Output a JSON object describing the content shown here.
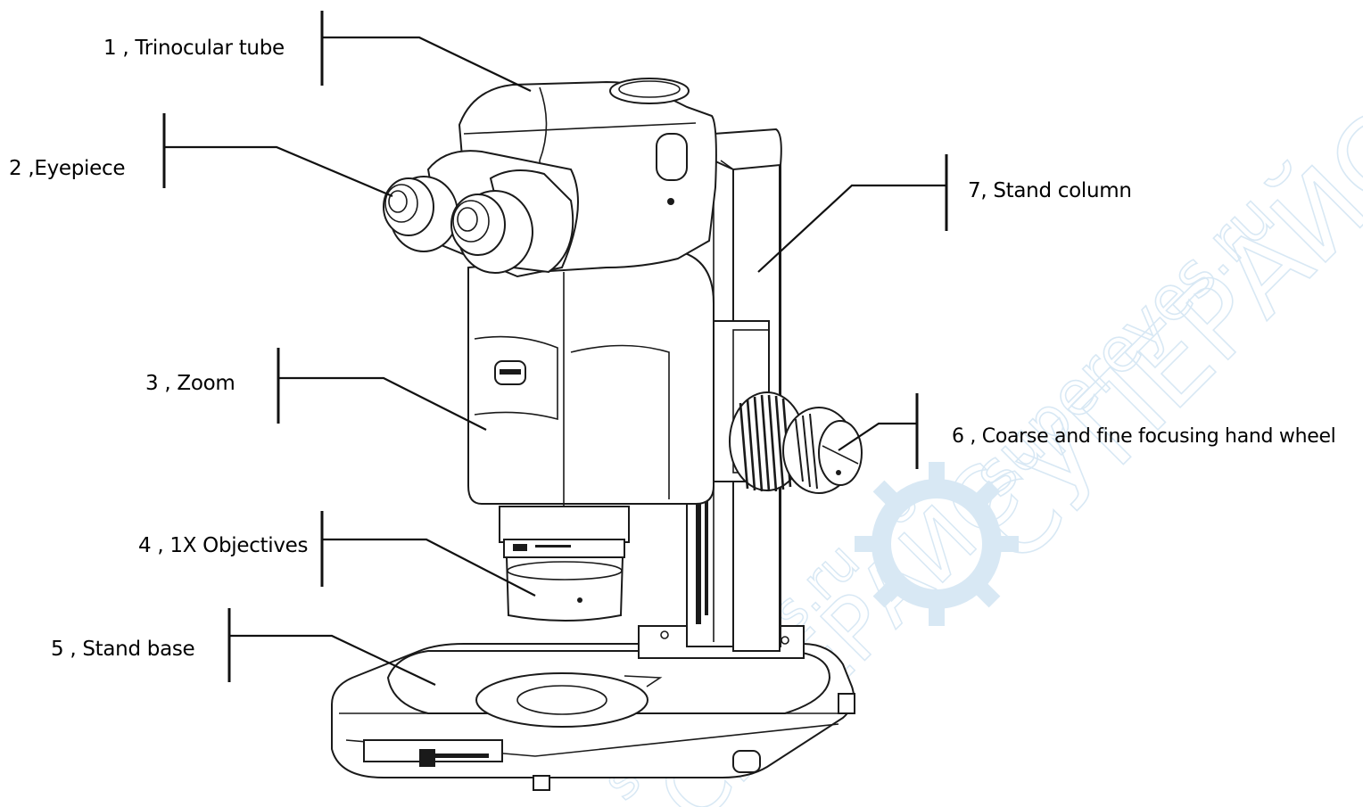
{
  "labels": {
    "trinocular_tube": "1 , Trinocular tube",
    "eyepiece": "2 ,Eyepiece",
    "zoom": "3 , Zoom",
    "objectives": "4 , 1X Objectives",
    "stand_base": "5 , Stand base",
    "focusing_wheel": "6 , Coarse and fine focusing hand wheel",
    "stand_column": "7, Stand column"
  },
  "watermark": {
    "text_latin": "supereyes.ru",
    "text_cyrillic": "СУПЕРАЙС",
    "icon": "gear-logo-icon",
    "color": "#b9d6ec"
  },
  "colors": {
    "line": "#111111",
    "background": "#ffffff"
  }
}
